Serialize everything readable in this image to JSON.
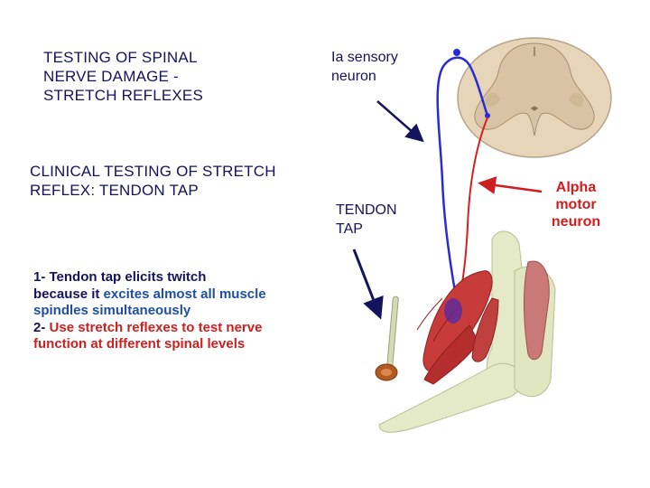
{
  "title": [
    "TESTING OF SPINAL",
    "NERVE DAMAGE -",
    "STRETCH REFLEXES"
  ],
  "subtitle": [
    "CLINICAL TESTING OF STRETCH",
    "REFLEX: TENDON TAP"
  ],
  "points": {
    "p1_line1": "1- Tendon tap elicits twitch",
    "p1_line2a": "because it ",
    "p1_line2b": "excites almost all muscle",
    "p1_line3": "spindles simultaneously",
    "p2_prefix": "2- ",
    "p2_line1": "Use stretch reflexes to test nerve",
    "p2_line2": "function at different spinal levels"
  },
  "labels": {
    "ia_sensory": [
      "Ia sensory",
      "neuron"
    ],
    "tendon_tap": [
      "TENDON",
      "TAP"
    ],
    "alpha_motor": [
      "Alpha",
      "motor",
      "neuron"
    ]
  },
  "colors": {
    "text_navy": "#13135e",
    "accent_red": "#cc1f1f",
    "accent_blue": "#1e4fa0",
    "sensory_neuron": "#2b2bd6",
    "motor_neuron": "#d42020",
    "muscle": "#c83b3b",
    "bone": "#e4eac8",
    "spinal_cord": "#e6d5b8"
  }
}
